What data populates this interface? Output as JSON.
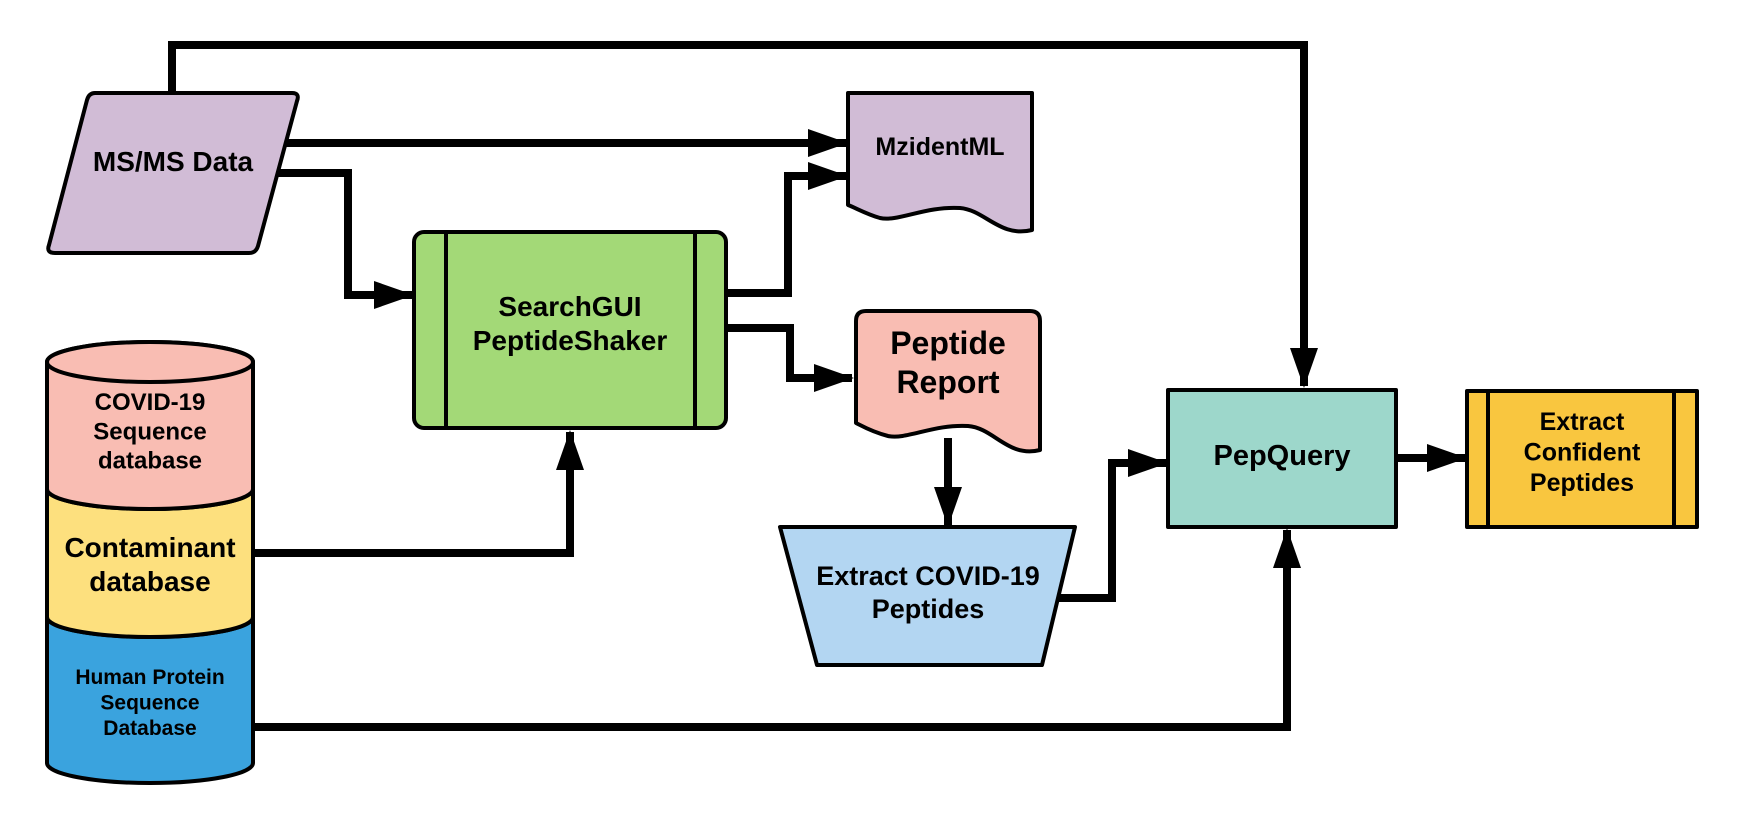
{
  "diagram": {
    "nodes": {
      "ms_data": {
        "lines": [
          "MS/MS Data"
        ],
        "fill": "#d1bcd6"
      },
      "search_gui": {
        "lines": [
          "SearchGUI",
          "PeptideShaker"
        ],
        "fill": "#a3d977"
      },
      "mzidentml": {
        "lines": [
          "MzidentML"
        ],
        "fill": "#d1bcd6"
      },
      "peptide_report": {
        "lines": [
          "Peptide",
          "Report"
        ],
        "fill": "#f9bdb3"
      },
      "covid_db": {
        "lines": [
          "COVID-19",
          "Sequence",
          "database"
        ],
        "fill": "#f9bdb3"
      },
      "contaminant_db": {
        "lines": [
          "Contaminant",
          "database"
        ],
        "fill": "#fde07e"
      },
      "human_db": {
        "lines": [
          "Human Protein",
          "Sequence",
          "Database"
        ],
        "fill": "#3aa3de"
      },
      "extract_covid": {
        "lines": [
          "Extract COVID-19",
          "Peptides"
        ],
        "fill": "#b3d6f2"
      },
      "pepquery": {
        "lines": [
          "PepQuery"
        ],
        "fill": "#9dd7cb"
      },
      "extract_confident": {
        "lines": [
          "Extract",
          "Confident",
          "Peptides"
        ],
        "fill": "#f9c63f"
      }
    },
    "edges": [
      {
        "from": "ms_data",
        "to": "pepquery"
      },
      {
        "from": "ms_data",
        "to": "mzidentml"
      },
      {
        "from": "ms_data",
        "to": "search_gui"
      },
      {
        "from": "search_gui",
        "to": "mzidentml"
      },
      {
        "from": "search_gui",
        "to": "peptide_report"
      },
      {
        "from": "contaminant_db",
        "to": "search_gui"
      },
      {
        "from": "peptide_report",
        "to": "extract_covid"
      },
      {
        "from": "extract_covid",
        "to": "pepquery"
      },
      {
        "from": "human_db",
        "to": "pepquery"
      },
      {
        "from": "pepquery",
        "to": "extract_confident"
      }
    ]
  }
}
